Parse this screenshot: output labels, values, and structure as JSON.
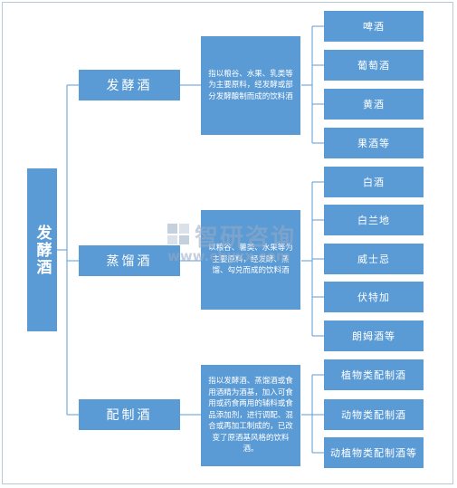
{
  "root": {
    "label": "发酵酒"
  },
  "categories": [
    {
      "label": "发酵酒",
      "description": "指以粮谷、水果、乳类等为主要原料，经发酵或部分发酵酿制而成的饮料酒",
      "items": [
        "啤酒",
        "葡萄酒",
        "黄酒",
        "果酒等"
      ]
    },
    {
      "label": "蒸馏酒",
      "description": "以粮谷、薯类、水果等为主要原料，经发酵、蒸馏、勾兑而成的饮料酒",
      "items": [
        "白酒",
        "白兰地",
        "威士忌",
        "伏特加",
        "朗姆酒等"
      ]
    },
    {
      "label": "配制酒",
      "description": "指以发酵酒、蒸馏酒或食用酒精为酒基，加入可食用或药食两用的辅料或食品添加剂，进行调配、混合或再加工制成的，已改变了原酒基风格的饮料酒。",
      "items": [
        "植物类配制酒",
        "动物类配制酒",
        "动植物类配制酒等"
      ]
    }
  ],
  "watermark": {
    "name": "智研咨询",
    "url": "www.chyxx.com"
  },
  "colors": {
    "box": "#5b9bd5",
    "line": "#5b9bd5",
    "text": "#ffffff"
  }
}
